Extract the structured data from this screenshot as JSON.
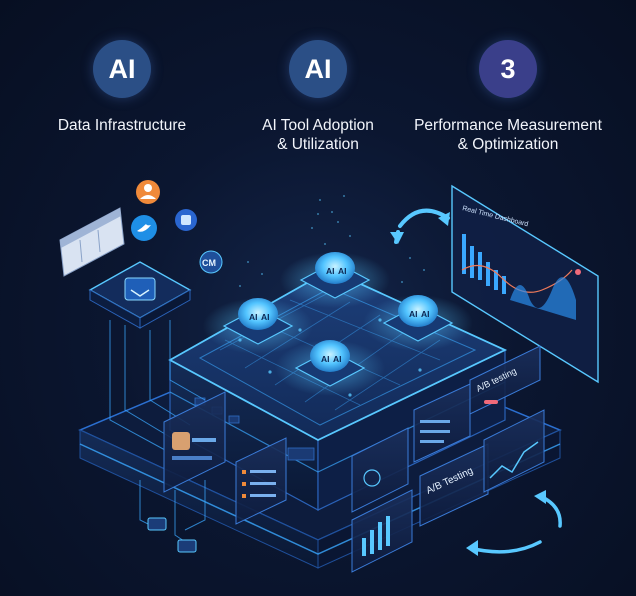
{
  "steps": [
    {
      "badge": "AI",
      "label": "Data Infrastructure"
    },
    {
      "badge": "AI",
      "label": "AI Tool Adoption\n& Utilization"
    },
    {
      "badge": "3",
      "label": "Performance Measurement\n& Optimization"
    }
  ],
  "chips": [
    {
      "label": "AI"
    },
    {
      "label": "AI"
    },
    {
      "label": "AI"
    },
    {
      "label": "AI"
    }
  ],
  "dashboard": {
    "title": "Real Time Dashboard"
  },
  "ab_panels": {
    "top": "A/B testing",
    "bottom": "A/B Testing"
  },
  "cm_icon": {
    "label": "CM"
  },
  "colors": {
    "background": "#0b1630",
    "accent": "#3aa8ff",
    "glow": "#58c8ff",
    "badge_blue": "#2b4f86",
    "badge_indigo": "#3a3f8a"
  }
}
